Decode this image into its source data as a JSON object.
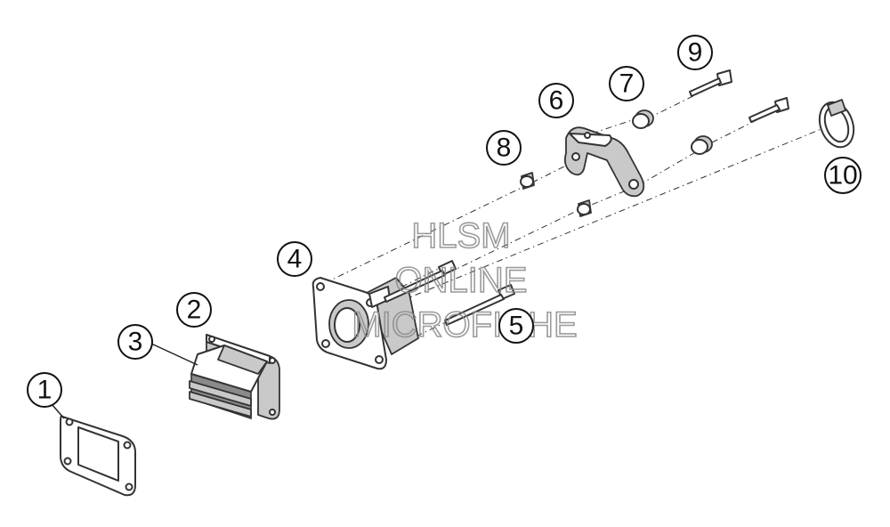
{
  "callouts": [
    {
      "id": "1",
      "label": "1"
    },
    {
      "id": "2",
      "label": "2"
    },
    {
      "id": "3",
      "label": "3"
    },
    {
      "id": "4",
      "label": "4"
    },
    {
      "id": "5",
      "label": "5"
    },
    {
      "id": "6",
      "label": "6"
    },
    {
      "id": "7",
      "label": "7"
    },
    {
      "id": "8",
      "label": "8"
    },
    {
      "id": "9",
      "label": "9"
    },
    {
      "id": "10",
      "label": "10"
    }
  ],
  "watermark": {
    "line1": "HLSM",
    "line2": "ONLINE",
    "line3": "MICROFICHE"
  }
}
